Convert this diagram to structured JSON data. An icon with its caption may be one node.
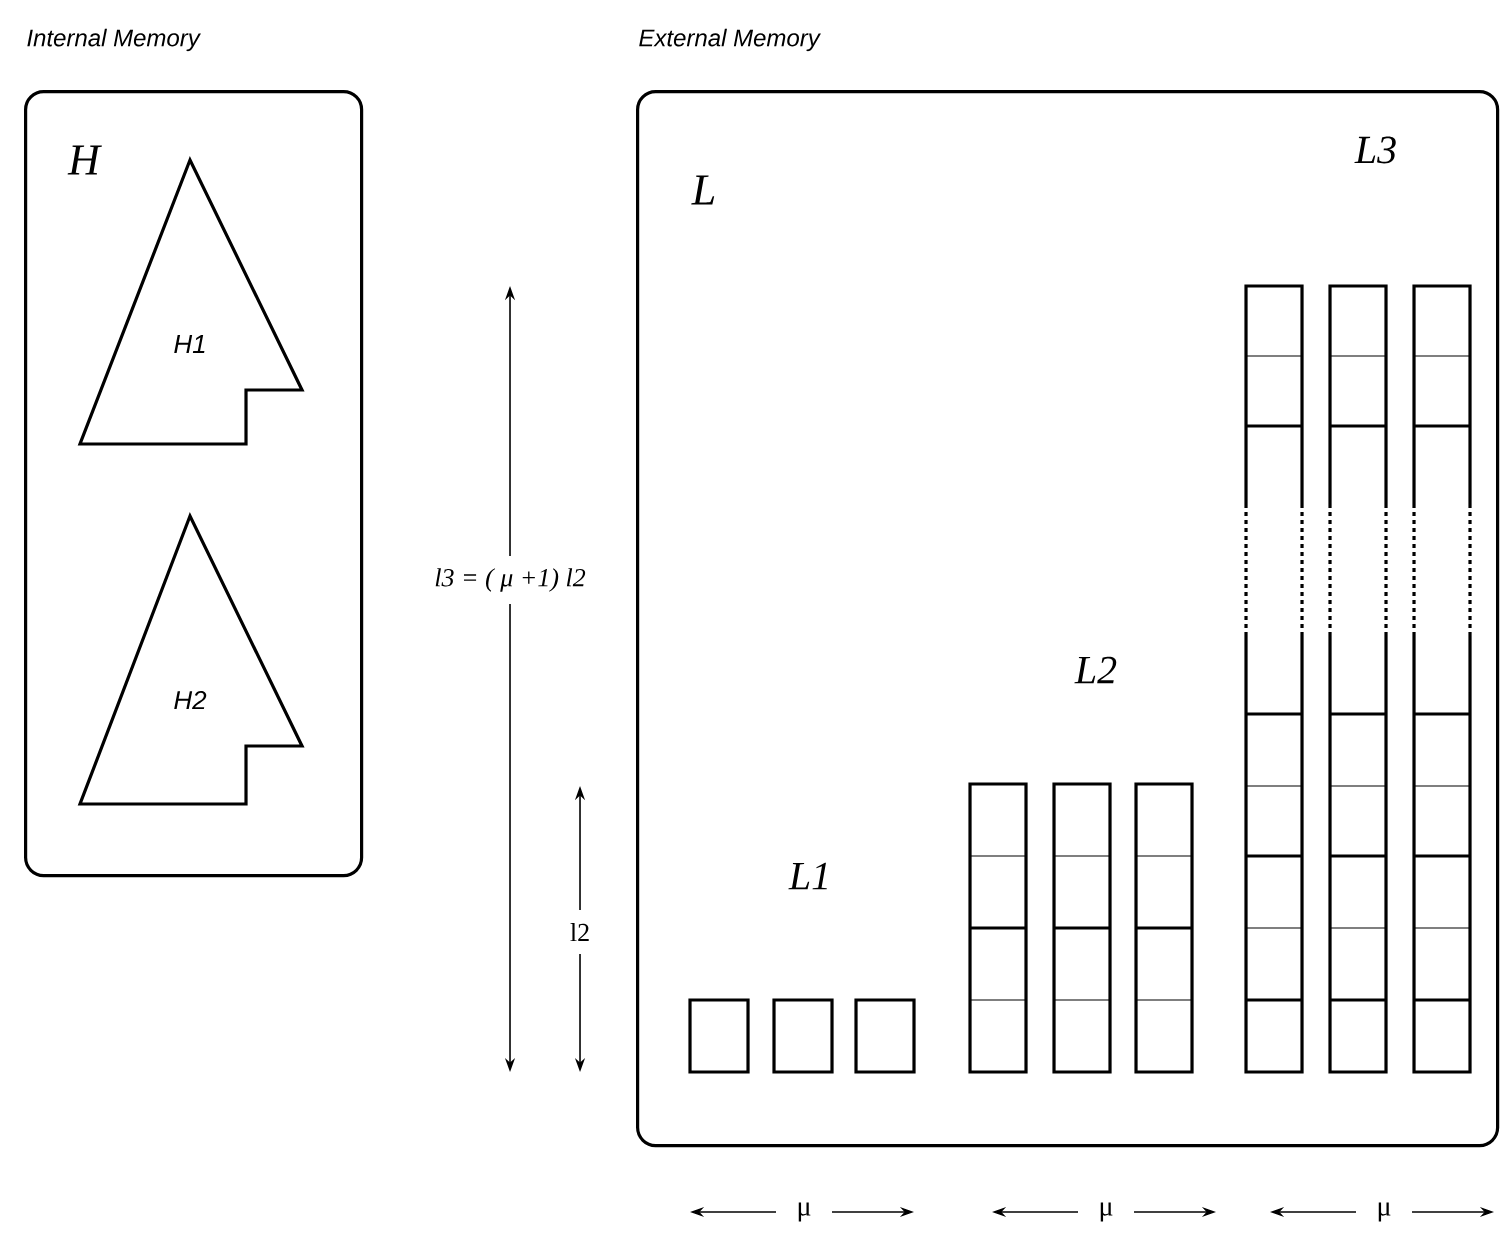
{
  "diagram": {
    "nodes": [
      {
        "text": [
          "Internal Memory",
          "H"
        ]
      },
      {
        "text": [
          "H1"
        ],
        "in": 0
      },
      {
        "text": [
          "H2"
        ],
        "in": 0
      },
      {
        "text": [
          "External Memory",
          "L"
        ]
      }
    ],
    "labels": [
      "L1",
      "L2",
      "L3",
      "l3 = ( μ +1) l2",
      "l2",
      "μ",
      "μ",
      "μ"
    ]
  }
}
